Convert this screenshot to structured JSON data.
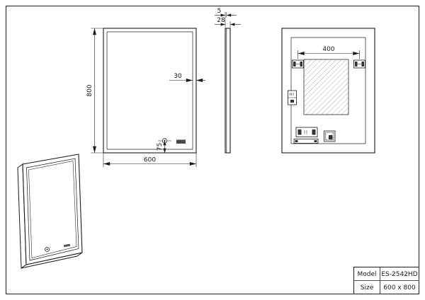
{
  "drawing": {
    "dimensions": {
      "front_height": "800",
      "front_width": "600",
      "border_width": "30",
      "sensor_height": "75",
      "glass_thickness": "5",
      "total_depth": "28",
      "bracket_span": "400"
    },
    "title_block": {
      "model_label": "Model",
      "model_value": "ES-2542HD",
      "size_label": "Size",
      "size_value": "600 x 800"
    },
    "colors": {
      "line": "#1a1a1a",
      "hatch": "#888888"
    }
  }
}
